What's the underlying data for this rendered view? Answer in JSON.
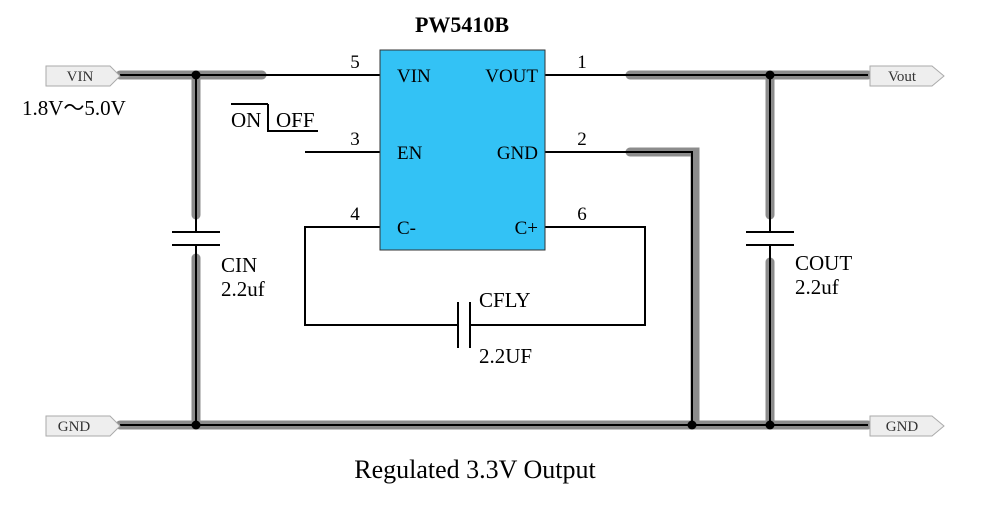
{
  "diagram": {
    "title": "PW5410B",
    "caption": "Regulated 3.3V Output",
    "chip_color": "#33c2f5",
    "pins": {
      "vin_num": "5",
      "vin_name": "VIN",
      "vout_num": "1",
      "vout_name": "VOUT",
      "en_num": "3",
      "en_name": "EN",
      "gnd_num": "2",
      "gnd_name": "GND",
      "cm_num": "4",
      "cm_name": "C-",
      "cp_num": "6",
      "cp_name": "C+"
    },
    "ports": {
      "vin": "VIN",
      "vout": "Vout",
      "gnd_left": "GND",
      "gnd_right": "GND"
    },
    "input_range": "1.8V～5.0V",
    "switch": {
      "on": "ON",
      "off": "OFF"
    },
    "cin": {
      "name": "CIN",
      "value": "2.2uf"
    },
    "cout": {
      "name": "COUT",
      "value": "2.2uf"
    },
    "cfly": {
      "name": "CFLY",
      "value": "2.2UF"
    }
  }
}
